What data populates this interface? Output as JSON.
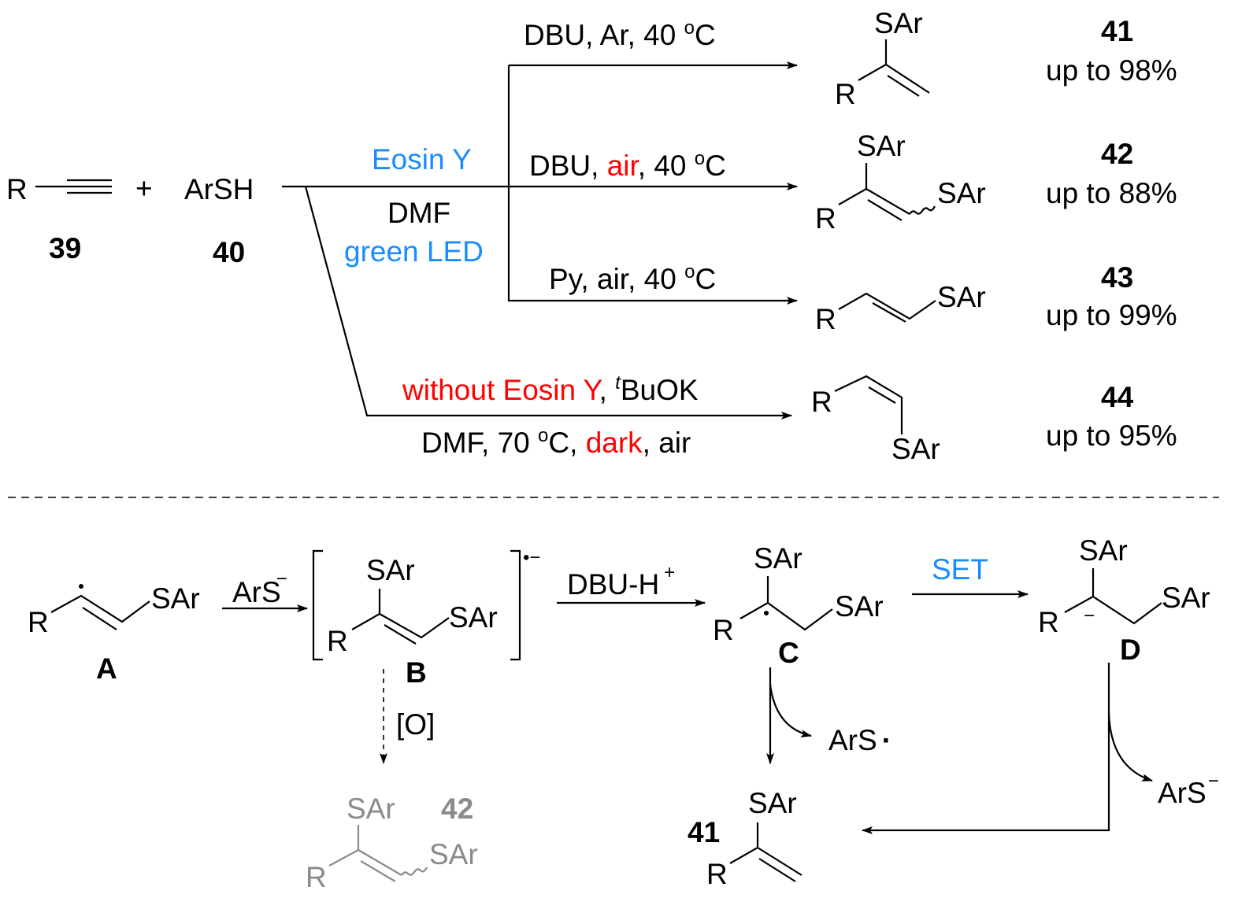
{
  "colors": {
    "text": "#000000",
    "accent_blue": "#1a8cff",
    "accent_red": "#ff0000",
    "faded": "#8a8a8a"
  },
  "top": {
    "reactant1": {
      "R": "R",
      "label": "39"
    },
    "plus": "+",
    "reactant2": {
      "formula": "ArSH",
      "label": "40"
    },
    "catalyst": "Eosin Y",
    "solvent": "DMF",
    "light": "green LED",
    "branches": [
      {
        "cond_a": "DBU, Ar,  40 ",
        "deg": "o",
        "cond_b": "C",
        "product": {
          "sar": "SAr",
          "R": "R"
        },
        "label": "41",
        "yield": "up to 98%"
      },
      {
        "cond_a": "DBU, ",
        "air": "air",
        "cond_mid": ",  40 ",
        "deg": "o",
        "cond_b": "C",
        "product": {
          "sar1": "SAr",
          "sar2": "SAr",
          "R": "R"
        },
        "label": "42",
        "yield": "up to 88%"
      },
      {
        "cond_a": "Py, air,  40 ",
        "deg": "o",
        "cond_b": "C",
        "product": {
          "sar": "SAr",
          "R": "R"
        },
        "label": "43",
        "yield": "up to 99%"
      },
      {
        "cond_red": "without Eosin Y",
        "cond_sep": ", ",
        "t": "t",
        "base": "BuOK",
        "cond2_a": "DMF, 70 ",
        "deg": "o",
        "cond2_b": "C, ",
        "dark": "dark",
        "cond2_c": ", air",
        "product": {
          "sar": "SAr",
          "R": "R"
        },
        "label": "44",
        "yield": "up to 95%"
      }
    ]
  },
  "mechanism": {
    "A": {
      "R": "R",
      "sar": "SAr",
      "label": "A"
    },
    "step1": {
      "reagent": "ArS",
      "charge": "−"
    },
    "B": {
      "R": "R",
      "sar1": "SAr",
      "sar2": "SAr",
      "label": "B",
      "charge": "•−"
    },
    "oxidation": "[O]",
    "side_product": {
      "R": "R",
      "sar1": "SAr",
      "sar2": "SAr",
      "label": "42"
    },
    "step2": {
      "reagent": "DBU-H",
      "charge": "+"
    },
    "C": {
      "R": "R",
      "sar1": "SAr",
      "sar2": "SAr",
      "label": "C"
    },
    "step3": "SET",
    "D": {
      "R": "R",
      "sar1": "SAr",
      "sar2": "SAr",
      "label": "D",
      "charge": "−"
    },
    "radical_byproduct": {
      "formula": "ArS",
      "dot": "·"
    },
    "anion_byproduct": {
      "formula": "ArS",
      "charge": "−"
    },
    "final": {
      "R": "R",
      "sar": "SAr",
      "label": "41"
    }
  }
}
